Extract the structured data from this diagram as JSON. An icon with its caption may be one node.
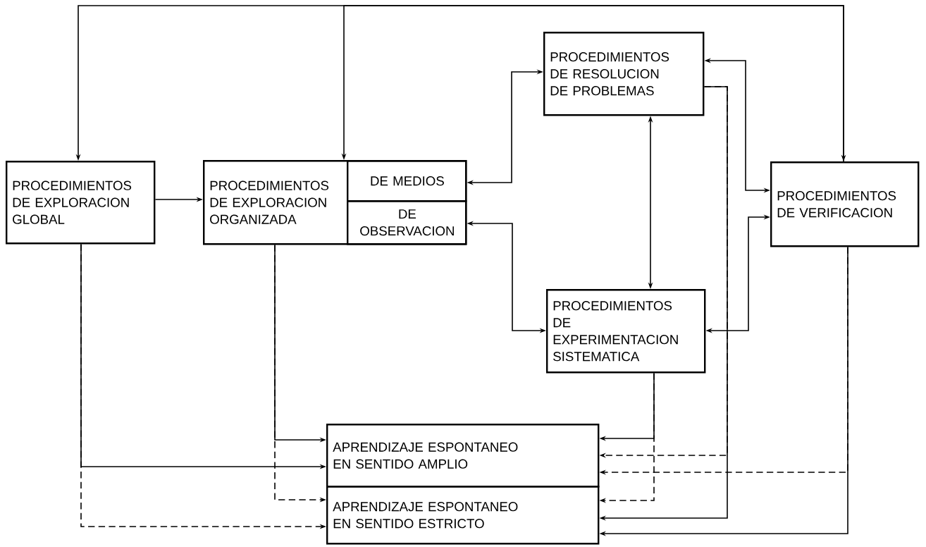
{
  "diagram": {
    "nodes": [
      {
        "text": [
          "PROCEDIMIENTOS DE EXPLORACION GLOBAL"
        ]
      },
      {
        "text": [
          "PROCEDIMIENTOS DE EXPLORACION ORGANIZADA"
        ]
      },
      {
        "text": [
          "DE MEDIOS"
        ],
        "in": 1
      },
      {
        "text": [
          "DE OBSERVACION"
        ],
        "in": 1
      },
      {
        "text": [
          "PROCEDIMIENTOS DE RESOLUCION DE PROBLEMAS"
        ]
      },
      {
        "text": [
          "PROCEDIMIENTOS DE VERIFICACION"
        ]
      },
      {
        "text": [
          "PROCEDIMIENTOS DE EXPERIMENTACION SISTEMATICA"
        ]
      },
      {
        "text": [
          "APRENDIZAJE ESPONTANEO EN SENTIDO AMPLIO"
        ]
      },
      {
        "text": [
          "APRENDIZAJE ESPONTANEO EN SENTIDO ESTRICTO"
        ]
      }
    ],
    "edges": [
      {
        "from": 5,
        "to": 0,
        "arrow": "both"
      },
      {
        "from": 5,
        "to": 1,
        "arrow": "to"
      },
      {
        "from": 0,
        "to": 1,
        "arrow": "to"
      },
      {
        "from": 2,
        "to": 4,
        "arrow": "both"
      },
      {
        "from": 3,
        "to": 6,
        "arrow": "both"
      },
      {
        "from": 4,
        "to": 6,
        "arrow": "both"
      },
      {
        "from": 4,
        "to": 5,
        "arrow": "both"
      },
      {
        "from": 6,
        "to": 5,
        "arrow": "both"
      },
      {
        "from": 4,
        "to": 8,
        "arrow": "to"
      },
      {
        "from": 4,
        "to": 7,
        "arrow": "to",
        "style": "dashed"
      },
      {
        "from": 6,
        "to": 7,
        "arrow": "to"
      },
      {
        "from": 6,
        "to": 8,
        "arrow": "to",
        "style": "dashed"
      },
      {
        "from": 5,
        "to": 7,
        "arrow": "to",
        "style": "dashed"
      },
      {
        "from": 5,
        "to": 8,
        "arrow": "to"
      },
      {
        "from": 1,
        "to": 7,
        "arrow": "to"
      },
      {
        "from": 1,
        "to": 8,
        "arrow": "to",
        "style": "dashed"
      },
      {
        "from": 0,
        "to": 7,
        "arrow": "to"
      },
      {
        "from": 0,
        "to": 8,
        "arrow": "to",
        "style": "dashed"
      }
    ]
  }
}
